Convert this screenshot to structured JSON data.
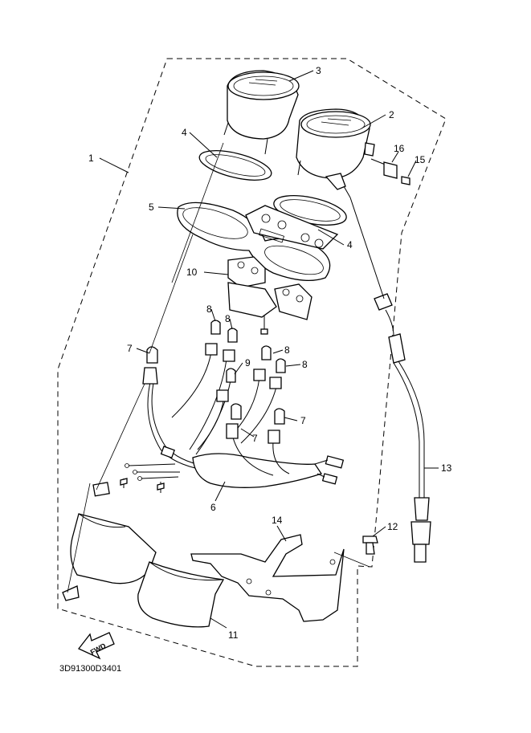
{
  "diagram": {
    "drawing_code": "3D91300D3401",
    "fwd_text": "FWD",
    "callouts": [
      {
        "id": "c1",
        "text": "1"
      },
      {
        "id": "c2",
        "text": "2"
      },
      {
        "id": "c3",
        "text": "3"
      },
      {
        "id": "c4a",
        "text": "4"
      },
      {
        "id": "c4b",
        "text": "4"
      },
      {
        "id": "c5",
        "text": "5"
      },
      {
        "id": "c6",
        "text": "6"
      },
      {
        "id": "c7a",
        "text": "7"
      },
      {
        "id": "c7b",
        "text": "7"
      },
      {
        "id": "c7c",
        "text": "7"
      },
      {
        "id": "c8a",
        "text": "8"
      },
      {
        "id": "c8b",
        "text": "8"
      },
      {
        "id": "c8c",
        "text": "8"
      },
      {
        "id": "c8d",
        "text": "8"
      },
      {
        "id": "c9",
        "text": "9"
      },
      {
        "id": "c10",
        "text": "10"
      },
      {
        "id": "c11",
        "text": "11"
      },
      {
        "id": "c12",
        "text": "12"
      },
      {
        "id": "c13",
        "text": "13"
      },
      {
        "id": "c14",
        "text": "14"
      },
      {
        "id": "c15",
        "text": "15"
      },
      {
        "id": "c16",
        "text": "16"
      }
    ]
  }
}
